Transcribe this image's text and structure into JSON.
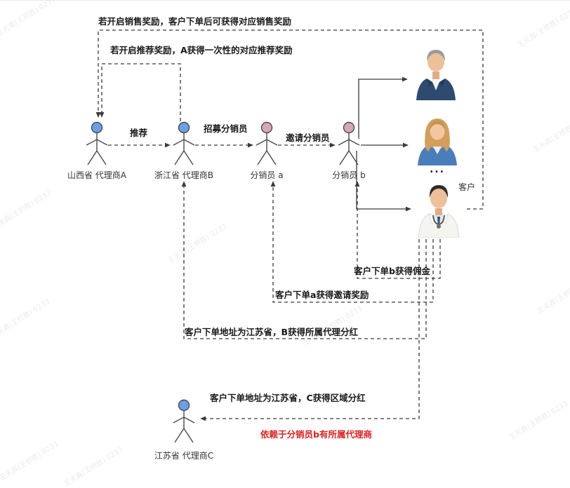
{
  "watermark": {
    "text": "王天真(王桥胜) 0233"
  },
  "diagram": {
    "annotations": {
      "sales_reward": "若开启销售奖励，客户下单后可获得对应销售奖励",
      "referral_reward": "若开启推荐奖励，A获得一次性的对应推荐奖励",
      "commission_b": "客户下单b获得佣金",
      "invite_reward_a": "客户下单a获得邀请奖励",
      "agent_dividend_b": "客户下单地址为江苏省，B获得所属代理分红",
      "region_dividend_c": "客户下单地址为江苏省，C获得区域分红",
      "dependency_note": "依赖于分销员b有所属代理商"
    },
    "edge_labels": {
      "recommend": "推荐",
      "recruit": "招募分销员",
      "invite": "邀请分销员"
    },
    "actors": {
      "agent_a": {
        "label": "山西省 代理商A",
        "head_color": "#6d9eeb"
      },
      "agent_b": {
        "label": "浙江省 代理商B",
        "head_color": "#6d9eeb"
      },
      "distributor_a": {
        "label": "分销员 a",
        "head_color": "#d5a6bd"
      },
      "distributor_b": {
        "label": "分销员 b",
        "head_color": "#d5a6bd"
      },
      "agent_c": {
        "label": "江苏省 代理商C",
        "head_color": "#6d9eeb"
      }
    },
    "customers": {
      "label": "客户",
      "ellipsis": "..."
    },
    "colors": {
      "line": "#3a3a3a",
      "note_text": "#1a1a1a",
      "dependency_note_red": "#e02020"
    }
  }
}
